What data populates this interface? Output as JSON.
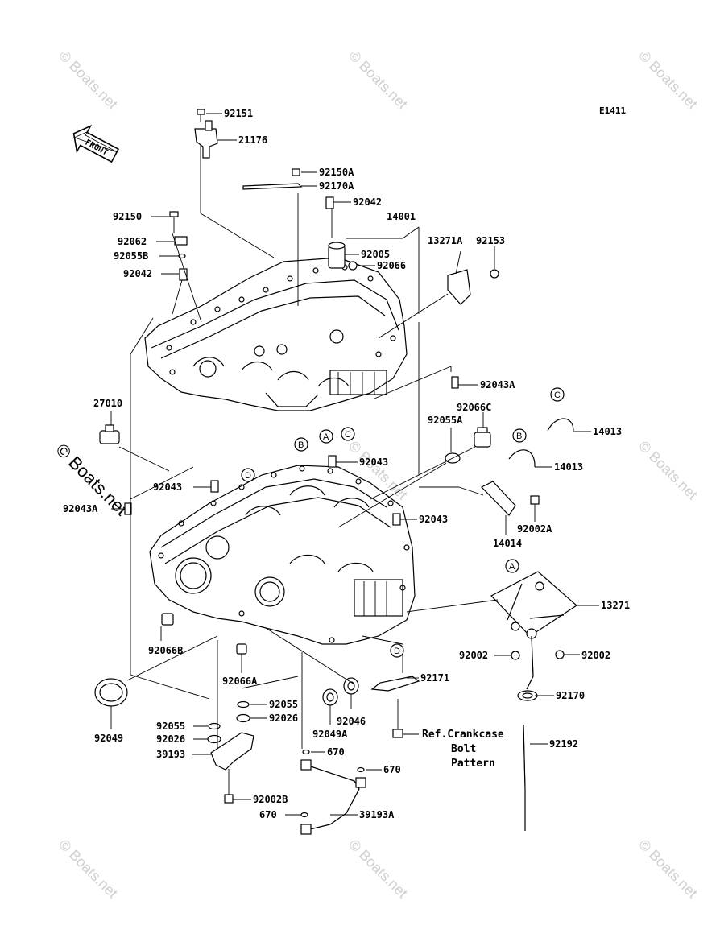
{
  "diagram_code": "E1411",
  "front_label": "FRONT",
  "ref_text": {
    "line1": "Ref.Crankcase",
    "line2": "Bolt",
    "line3": "Pattern"
  },
  "watermark": "© Boats.net",
  "circle_markers": [
    "A",
    "B",
    "C",
    "D"
  ],
  "labels": [
    "92151",
    "21176",
    "92150A",
    "92170A",
    "92042",
    "14001",
    "92150",
    "92062",
    "92055B",
    "92042",
    "92005",
    "92066",
    "13271A",
    "92153",
    "92043A",
    "27010",
    "92066C",
    "92055A",
    "14013",
    "14013",
    "92043",
    "92043",
    "92043A",
    "92043",
    "14014",
    "92002A",
    "13271",
    "92066B",
    "92066A",
    "92002",
    "92002",
    "92049",
    "92055",
    "92026",
    "92046",
    "92171",
    "92170",
    "92055",
    "92026",
    "39193",
    "92049A",
    "670",
    "670",
    "92192",
    "92002B",
    "670",
    "39193A"
  ]
}
